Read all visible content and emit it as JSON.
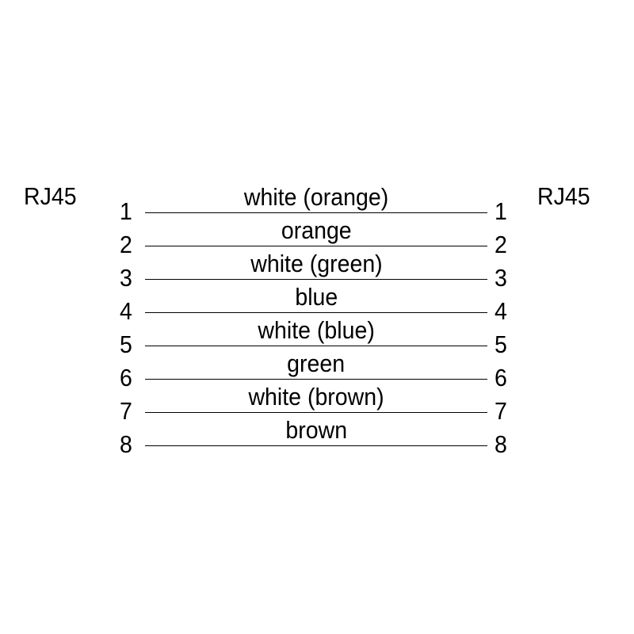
{
  "connectors": {
    "left": "RJ45",
    "right": "RJ45"
  },
  "wires": [
    {
      "pin_left": "1",
      "color": "white (orange)",
      "pin_right": "1"
    },
    {
      "pin_left": "2",
      "color": "orange",
      "pin_right": "2"
    },
    {
      "pin_left": "3",
      "color": "white (green)",
      "pin_right": "3"
    },
    {
      "pin_left": "4",
      "color": "blue",
      "pin_right": "4"
    },
    {
      "pin_left": "5",
      "color": "white (blue)",
      "pin_right": "5"
    },
    {
      "pin_left": "6",
      "color": "green",
      "pin_right": "6"
    },
    {
      "pin_left": "7",
      "color": "white (brown)",
      "pin_right": "7"
    },
    {
      "pin_left": "8",
      "color": "brown",
      "pin_right": "8"
    }
  ]
}
